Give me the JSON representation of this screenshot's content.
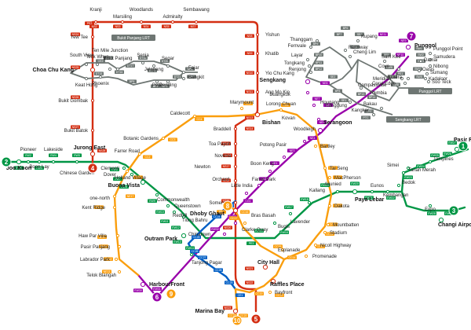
{
  "lines": [
    {
      "name": "ewl",
      "color": "#009645",
      "num": "2"
    },
    {
      "name": "nsl",
      "color": "#d42e12",
      "num": "1"
    },
    {
      "name": "nel",
      "color": "#9900aa",
      "num": "3"
    },
    {
      "name": "ccl",
      "color": "#fa9e0d",
      "num": "4"
    },
    {
      "name": "dtl",
      "color": "#005ec4",
      "num": "5"
    }
  ],
  "markers": [
    {
      "text": "1",
      "color": "#009645"
    },
    {
      "text": "2",
      "color": "#009645"
    },
    {
      "text": "3",
      "color": "#009645"
    },
    {
      "text": "4",
      "color": "#d42e12"
    },
    {
      "text": "5",
      "color": "#d42e12"
    },
    {
      "text": "6",
      "color": "#9900aa"
    },
    {
      "text": "7",
      "color": "#9900aa"
    },
    {
      "text": "8",
      "color": "#fa9e0d"
    },
    {
      "text": "9",
      "color": "#fa9e0d"
    },
    {
      "text": "10",
      "color": "#fa9e0d"
    }
  ],
  "stations": [
    {
      "name": "Kranji",
      "bold": false
    },
    {
      "name": "Marsiling",
      "bold": false
    },
    {
      "name": "Woodlands",
      "bold": false
    },
    {
      "name": "Admiralty",
      "bold": false
    },
    {
      "name": "Sembawang",
      "bold": false
    },
    {
      "name": "Yew Tee",
      "bold": false
    },
    {
      "name": "Choa Chu Kang",
      "bold": true
    },
    {
      "name": "Bukit Gombak",
      "bold": false
    },
    {
      "name": "Bukit Batok",
      "bold": false
    },
    {
      "name": "Jurong East",
      "bold": true
    },
    {
      "name": "Yishun",
      "bold": false
    },
    {
      "name": "Khatib",
      "bold": false
    },
    {
      "name": "Yio Chu Kang",
      "bold": false
    },
    {
      "name": "Ang Mo Kio",
      "bold": false
    },
    {
      "name": "Bishan",
      "bold": true
    },
    {
      "name": "Braddell",
      "bold": false
    },
    {
      "name": "Toa Payoh",
      "bold": false
    },
    {
      "name": "Novena",
      "bold": false
    },
    {
      "name": "Newton",
      "bold": false
    },
    {
      "name": "Orchard",
      "bold": false
    },
    {
      "name": "Somerset",
      "bold": false
    },
    {
      "name": "Dhoby Ghaut",
      "bold": true
    },
    {
      "name": "City Hall",
      "bold": true
    },
    {
      "name": "Raffles Place",
      "bold": true
    },
    {
      "name": "Marina Bay",
      "bold": true
    },
    {
      "name": "Pioneer",
      "bold": false
    },
    {
      "name": "Boon Lay",
      "bold": false
    },
    {
      "name": "Joo Koon",
      "bold": true
    },
    {
      "name": "Lakeside",
      "bold": false
    },
    {
      "name": "Chinese Garden",
      "bold": false
    },
    {
      "name": "Clementi",
      "bold": false
    },
    {
      "name": "Dover",
      "bold": false
    },
    {
      "name": "Buona Vista",
      "bold": true
    },
    {
      "name": "Commonwealth",
      "bold": false
    },
    {
      "name": "Queenstown",
      "bold": false
    },
    {
      "name": "Redhill",
      "bold": false
    },
    {
      "name": "Tiong Bahru",
      "bold": false
    },
    {
      "name": "Outram Park",
      "bold": true
    },
    {
      "name": "Tanjong Pagar",
      "bold": false
    },
    {
      "name": "Bugis",
      "bold": false
    },
    {
      "name": "Lavender",
      "bold": false
    },
    {
      "name": "Kallang",
      "bold": false
    },
    {
      "name": "Aljunied",
      "bold": false
    },
    {
      "name": "Paya Lebar",
      "bold": true
    },
    {
      "name": "Eunos",
      "bold": false
    },
    {
      "name": "Kembangan",
      "bold": false
    },
    {
      "name": "Bedok",
      "bold": false
    },
    {
      "name": "Tanah Merah",
      "bold": false
    },
    {
      "name": "Simei",
      "bold": false
    },
    {
      "name": "Tampines",
      "bold": false
    },
    {
      "name": "Pasir Ris",
      "bold": true
    },
    {
      "name": "Expo",
      "bold": false
    },
    {
      "name": "Changi Airport",
      "bold": true
    },
    {
      "name": "HarbourFront",
      "bold": true
    },
    {
      "name": "Chinatown",
      "bold": false
    },
    {
      "name": "Clarke Quay",
      "bold": false
    },
    {
      "name": "Little India",
      "bold": false
    },
    {
      "name": "Farrer Park",
      "bold": false
    },
    {
      "name": "Boon Keng",
      "bold": false
    },
    {
      "name": "Potong Pasir",
      "bold": false
    },
    {
      "name": "Woodleigh",
      "bold": false
    },
    {
      "name": "Serangoon",
      "bold": true
    },
    {
      "name": "Kovan",
      "bold": false
    },
    {
      "name": "Hougang",
      "bold": false
    },
    {
      "name": "Buangkok",
      "bold": false
    },
    {
      "name": "Sengkang",
      "bold": true
    },
    {
      "name": "Punggol",
      "bold": true
    },
    {
      "name": "Labrador Park",
      "bold": false
    },
    {
      "name": "Telok Blangah",
      "bold": false
    },
    {
      "name": "Pasir Panjang",
      "bold": false
    },
    {
      "name": "Haw Par Villa",
      "bold": false
    },
    {
      "name": "Kent Ridge",
      "bold": false
    },
    {
      "name": "one-north",
      "bold": false
    },
    {
      "name": "Holland Village",
      "bold": false
    },
    {
      "name": "Farrer Road",
      "bold": false
    },
    {
      "name": "Botanic Gardens",
      "bold": false
    },
    {
      "name": "Caldecott",
      "bold": false
    },
    {
      "name": "Marymount",
      "bold": false
    },
    {
      "name": "Lorong Chuan",
      "bold": false
    },
    {
      "name": "Tai Seng",
      "bold": false
    },
    {
      "name": "Bartley",
      "bold": false
    },
    {
      "name": "MacPherson",
      "bold": false
    },
    {
      "name": "Dakota",
      "bold": false
    },
    {
      "name": "Mountbatten",
      "bold": false
    },
    {
      "name": "Stadium",
      "bold": false
    },
    {
      "name": "Nicoll Highway",
      "bold": false
    },
    {
      "name": "Promenade",
      "bold": false
    },
    {
      "name": "Esplanade",
      "bold": false
    },
    {
      "name": "Bras Basah",
      "bold": false
    },
    {
      "name": "Bayfront",
      "bold": false
    },
    {
      "name": "Ten Mile Junction",
      "bold": false
    },
    {
      "name": "Bukit Panjang",
      "bold": false
    },
    {
      "name": "South View",
      "bold": false
    },
    {
      "name": "Keat Hong",
      "bold": false
    },
    {
      "name": "Teck Whye",
      "bold": false
    },
    {
      "name": "Phoenix",
      "bold": false
    },
    {
      "name": "Senja",
      "bold": false
    },
    {
      "name": "Jelapang",
      "bold": false
    },
    {
      "name": "Segar",
      "bold": false
    },
    {
      "name": "Fajar",
      "bold": false
    },
    {
      "name": "Bangkit",
      "bold": false
    },
    {
      "name": "Pending",
      "bold": false
    },
    {
      "name": "Petir",
      "bold": false
    },
    {
      "name": "Thanggam",
      "bold": false
    },
    {
      "name": "Fernvale",
      "bold": false
    },
    {
      "name": "Layar",
      "bold": false
    },
    {
      "name": "Tongkang",
      "bold": false
    },
    {
      "name": "Renjong",
      "bold": false
    },
    {
      "name": "Compassvale",
      "bold": false
    },
    {
      "name": "Rumbia",
      "bold": false
    },
    {
      "name": "Bakau",
      "bold": false
    },
    {
      "name": "Kangkar",
      "bold": false
    },
    {
      "name": "Ranggung",
      "bold": false
    },
    {
      "name": "Farmway",
      "bold": false
    },
    {
      "name": "Cheng Lim",
      "bold": false
    },
    {
      "name": "Kupang",
      "bold": false
    },
    {
      "name": "Sam Kee",
      "bold": false
    },
    {
      "name": "Punggol Point",
      "bold": false
    },
    {
      "name": "Samudera",
      "bold": false
    },
    {
      "name": "Nibong",
      "bold": false
    },
    {
      "name": "Sumang",
      "bold": false
    },
    {
      "name": "Soo Teck",
      "bold": false
    },
    {
      "name": "Cove",
      "bold": false
    },
    {
      "name": "Meridian",
      "bold": false
    },
    {
      "name": "Coral Edge",
      "bold": false
    },
    {
      "name": "Riviera",
      "bold": false
    },
    {
      "name": "Kadaloor",
      "bold": false
    },
    {
      "name": "Oasis",
      "bold": false
    },
    {
      "name": "Damai",
      "bold": false
    }
  ],
  "lrt_badges": [
    {
      "text": "Bukit Panjang LRT"
    },
    {
      "text": "Punggol LRT"
    },
    {
      "text": "Sengkang LRT"
    }
  ],
  "station_codes": [
    "NS2",
    "NS3",
    "NS4",
    "NS5",
    "NS7",
    "NS8",
    "NS9",
    "NS10",
    "NS11",
    "NS13",
    "NS14",
    "NS15",
    "NS16",
    "NS17",
    "NS18",
    "NS19",
    "NS20",
    "NS21",
    "NS22",
    "NS23",
    "NS24",
    "NS25",
    "NS26",
    "NS27",
    "NS28",
    "EW1",
    "EW2",
    "EW3",
    "EW4",
    "EW5",
    "EW6",
    "EW7",
    "EW8",
    "EW9",
    "EW10",
    "EW11",
    "EW12",
    "EW13",
    "EW14",
    "EW15",
    "EW16",
    "EW17",
    "EW18",
    "EW19",
    "EW20",
    "EW21",
    "EW22",
    "EW23",
    "EW24",
    "EW25",
    "EW26",
    "EW27",
    "EW28",
    "EW29",
    "EW30",
    "EW31",
    "EW32",
    "EW33",
    "CG1",
    "CG2",
    "NE1",
    "NE3",
    "NE4",
    "NE5",
    "NE6",
    "NE7",
    "NE8",
    "NE9",
    "NE10",
    "NE11",
    "NE12",
    "NE13",
    "NE14",
    "NE15",
    "NE16",
    "NE17",
    "CC1",
    "CC2",
    "CC3",
    "CC4",
    "CC5",
    "CC6",
    "CC7",
    "CC8",
    "CC9",
    "CC10",
    "CC11",
    "CC12",
    "CC13",
    "CC14",
    "CC15",
    "CC16",
    "CC17",
    "CC19",
    "CC20",
    "CC21",
    "CC22",
    "CC23",
    "CC24",
    "CC25",
    "CC26",
    "CC27",
    "CC28",
    "CC29",
    "CE1",
    "CE2",
    "DT14",
    "DT15",
    "DT16",
    "DT17",
    "DT18",
    "DT19",
    "DT20",
    "DT21",
    "BP1",
    "BP2",
    "BP3",
    "BP4",
    "BP5",
    "BP6",
    "BP7",
    "BP8",
    "BP9",
    "BP10",
    "BP11",
    "BP12",
    "BP13",
    "BP14",
    "STC",
    "PTC",
    "SE1",
    "SE2",
    "SE3",
    "SE4",
    "SE5",
    "SW1",
    "SW2",
    "SW3",
    "SW4",
    "SW5",
    "SW6",
    "SW7",
    "SW8",
    "PE1",
    "PE2",
    "PE3",
    "PE4",
    "PE5",
    "PE6",
    "PE7",
    "PW1",
    "PW2",
    "PW3",
    "PW4",
    "PW5",
    "PW6",
    "PW7",
    "NS1",
    "EW23",
    "CC18"
  ]
}
